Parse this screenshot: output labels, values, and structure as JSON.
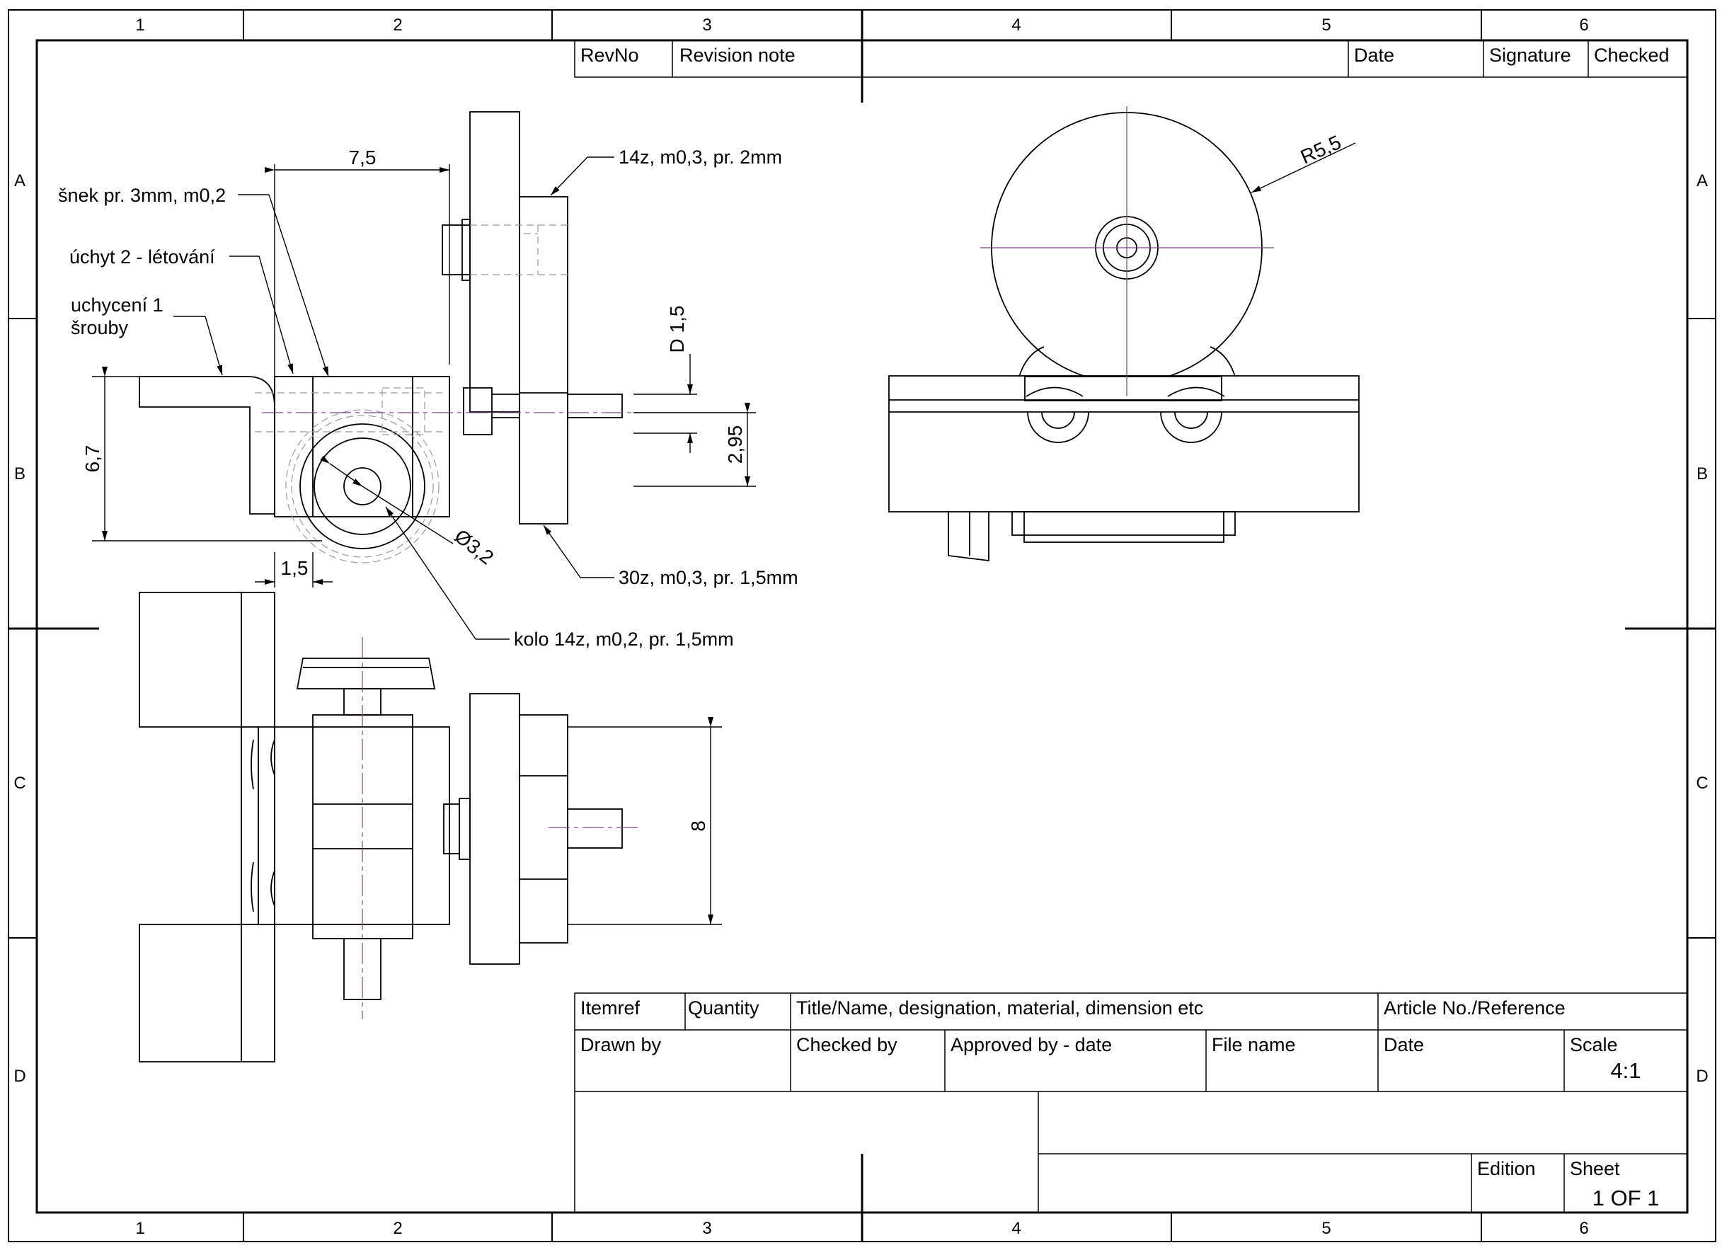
{
  "frame": {
    "columns": [
      "1",
      "2",
      "3",
      "4",
      "5",
      "6"
    ],
    "rows": [
      "A",
      "B",
      "C",
      "D"
    ]
  },
  "revision_table": {
    "rev_no": "RevNo",
    "revision_note": "Revision note",
    "date": "Date",
    "signature": "Signature",
    "checked": "Checked"
  },
  "dimensions": {
    "width_7_5": "7,5",
    "height_6_7": "6,7",
    "offset_1_5": "1,5",
    "d_1_5": "D 1,5",
    "dist_2_95": "2,95",
    "dia_3_2": "Ø3,2",
    "radius_5_5": "R5,5",
    "height_8": "8"
  },
  "callouts": {
    "gear_14z": "14z, m0,3, pr. 2mm",
    "worm": "šnek pr. 3mm, m0,2",
    "holder_2": "úchyt 2 - létování",
    "mount_1_line1": "uchycení 1",
    "mount_1_line2": "šrouby",
    "gear_30z": "30z, m0,3, pr. 1,5mm",
    "wheel_14z": "kolo 14z, m0,2, pr. 1,5mm"
  },
  "title_block": {
    "itemref": "Itemref",
    "quantity": "Quantity",
    "title_name": "Title/Name, designation, material, dimension etc",
    "article_no": "Article No./Reference",
    "drawn_by": "Drawn by",
    "checked_by": "Checked by",
    "approved_by": "Approved by - date",
    "file_name": "File name",
    "date": "Date",
    "scale_label": "Scale",
    "scale_value": "4:1",
    "edition": "Edition",
    "sheet_label": "Sheet",
    "sheet_value": "1 OF 1"
  },
  "colors": {
    "line": "#000000",
    "centerline": "#8a3a9a",
    "hidden": "#9a9a9a"
  }
}
